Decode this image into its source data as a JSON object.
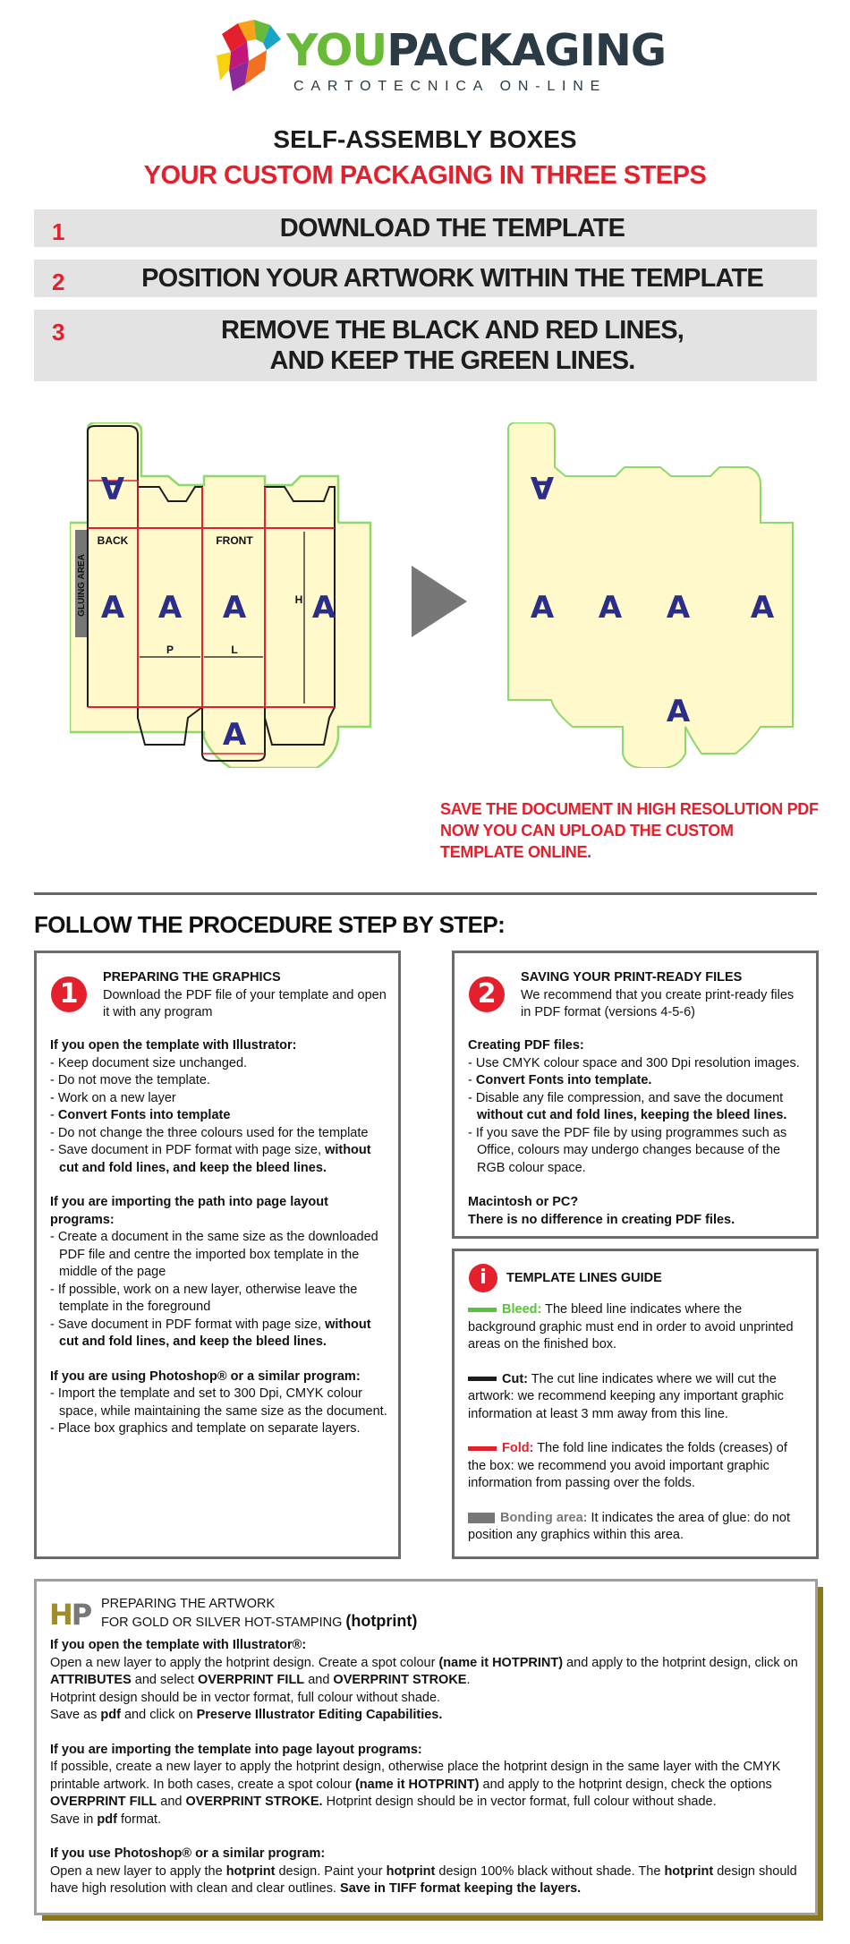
{
  "brand": {
    "name_part1": "YOU",
    "name_part2": "PACKAGING",
    "tagline": "CARTOTECNICA ON-LINE"
  },
  "header": {
    "title": "SELF-ASSEMBLY BOXES",
    "subtitle": "YOUR CUSTOM PACKAGING IN THREE STEPS"
  },
  "steps": [
    {
      "num": "1",
      "text": "DOWNLOAD THE TEMPLATE"
    },
    {
      "num": "2",
      "text": "POSITION YOUR ARTWORK WITHIN THE TEMPLATE"
    },
    {
      "num": "3",
      "line1": "REMOVE THE BLACK AND RED LINES,",
      "line2": "AND KEEP THE GREEN LINES."
    }
  ],
  "diagram": {
    "glue": "GLUING AREA",
    "back": "BACK",
    "front": "FRONT",
    "letter": "A",
    "p": "P",
    "l": "L",
    "h": "H"
  },
  "save_note": {
    "line1": "SAVE THE DOCUMENT IN HIGH RESOLUTION PDF",
    "line2": "NOW YOU CAN UPLOAD THE CUSTOM",
    "line3": "TEMPLATE ONLINE."
  },
  "follow_title": "FOLLOW THE PROCEDURE STEP BY STEP:",
  "box1": {
    "num": "1",
    "title": "PREPARING THE GRAPHICS",
    "desc": "Download the PDF file of your template and open it with any program",
    "ill_head": "If you open the template with Illustrator:",
    "ill_items": [
      "- Keep document size unchanged.",
      "- Do not move the template.",
      "- Work on a new layer"
    ],
    "ill_bold_item": "Convert Fonts into template",
    "ill_items2": [
      "- Do not change the three colours used for the template"
    ],
    "ill_save_pre": "- Save document in PDF format with page size, ",
    "ill_save_bold": "without cut and fold lines, and keep the bleed lines.",
    "lay_head": "If you are importing the path into page layout programs:",
    "lay_items": [
      "- Create a document in the same size as the downloaded PDF file and centre the imported box template in the middle of the page",
      "- If possible, work on a new layer, otherwise leave the template in the foreground"
    ],
    "lay_save_pre": "- Save document in PDF format with page size, ",
    "lay_save_bold": "without cut and fold lines, and keep the bleed lines.",
    "ps_head": "If you are using Photoshop® or a similar program:",
    "ps_items": [
      "- Import the template and set to 300 Dpi, CMYK colour space, while maintaining the same size as the document.",
      "- Place box graphics and template on separate layers."
    ]
  },
  "box2": {
    "num": "2",
    "title": "SAVING YOUR PRINT-READY FILES",
    "desc": "We recommend that you create print-ready files in PDF format (versions 4-5-6)",
    "pdf_head": "Creating PDF files:",
    "item1": "- Use CMYK colour space and 300 Dpi resolution images.",
    "item2_bold": "Convert Fonts into template.",
    "item3_pre": "- Disable any file compression, and save the document ",
    "item3_bold": "without cut and fold lines, keeping the bleed lines.",
    "item4": "- If you save the PDF file by using programmes such as Office, colours may undergo changes because of the RGB colour space.",
    "mac_head": "Macintosh or PC?",
    "mac_text": "There is no difference in creating PDF files."
  },
  "box3": {
    "icon": "i",
    "title": "TEMPLATE LINES GUIDE",
    "bleed_label": "Bleed:",
    "bleed_text": " The bleed line indicates where the background graphic must end in order to avoid unprinted areas on the finished box.",
    "cut_label": "Cut:",
    "cut_text": " The cut line indicates where we will cut the artwork: we recommend keeping any important graphic information at least 3 mm away from this line.",
    "fold_label": "Fold:",
    "fold_text": " The fold line indicates the folds (creases) of the box: we recommend you avoid important graphic information from passing over the folds.",
    "glue_label": "Bonding area:",
    "glue_text": " It indicates the area of glue: do not position any graphics within this area.",
    "colors": {
      "bleed": "#5cc13b",
      "cut": "#1d1d1d",
      "fold": "#e3202b",
      "glue": "#777777"
    }
  },
  "hp": {
    "logo_h": "H",
    "logo_p": "P",
    "title1": "PREPARING THE ARTWORK",
    "title2": "FOR GOLD OR SILVER HOT-STAMPING ",
    "title2_big": "(hotprint)",
    "ill_head": "If you open the template with Illustrator®:",
    "ill_p1_a": "Open a new layer to apply the hotprint design. Create a spot colour ",
    "ill_p1_b": "(name it HOTPRINT)",
    "ill_p1_c": " and apply to the hotprint design, click on ",
    "ill_p1_d": "ATTRIBUTES",
    "ill_p1_e": " and select ",
    "ill_p1_f": "OVERPRINT FILL",
    "ill_p1_g": " and ",
    "ill_p1_h": "OVERPRINT STROKE",
    "ill_p2": "Hotprint design should be in vector format, full colour without shade.",
    "ill_p3_a": "Save as ",
    "ill_p3_b": "pdf",
    "ill_p3_c": " and click on ",
    "ill_p3_d": "Preserve Illustrator Editing Capabilities.",
    "lay_head": "If you are importing the template into page layout programs:",
    "lay_p1_a": "If possible, create a new layer to apply the hotprint design, otherwise place the hotprint design in the same layer with the CMYK printable artwork. In both cases, create a spot colour ",
    "lay_p1_b": "(name it HOTPRINT)",
    "lay_p1_c": " and apply to the hotprint design, check the options ",
    "lay_p1_d": "OVERPRINT FILL",
    "lay_p1_e": " and ",
    "lay_p1_f": "OVERPRINT STROKE.",
    "lay_p1_g": " Hotprint design should be in vector format, full colour without shade.",
    "lay_p2_a": "Save in ",
    "lay_p2_b": "pdf",
    "lay_p2_c": " format.",
    "ps_head": "If you use Photoshop® or a similar program:",
    "ps_p_a": "Open a new layer to apply the ",
    "ps_p_b": "hotprint",
    "ps_p_c": " design. Paint your ",
    "ps_p_d": "hotprint",
    "ps_p_e": " design 100% black without shade. The ",
    "ps_p_f": "hotprint",
    "ps_p_g": " design should have high resolution with clean and clear outlines. ",
    "ps_p_h": "Save in TIFF format keeping the layers."
  }
}
